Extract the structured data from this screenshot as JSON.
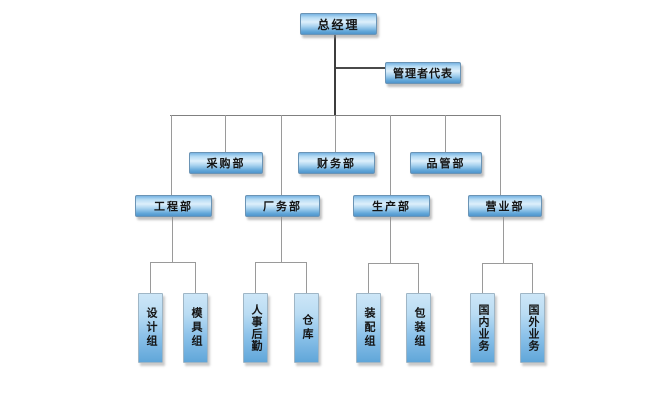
{
  "org": {
    "root": {
      "label": "总经理"
    },
    "staff": {
      "label": "管理者代表"
    },
    "level2": [
      {
        "label": "采购部"
      },
      {
        "label": "财务部"
      },
      {
        "label": "品管部"
      }
    ],
    "level3": [
      {
        "label": "工程部",
        "children": [
          {
            "label": "设计组"
          },
          {
            "label": "模具组"
          }
        ]
      },
      {
        "label": "厂务部",
        "children": [
          {
            "label": "人事后勤"
          },
          {
            "label": "仓库"
          }
        ]
      },
      {
        "label": "生产部",
        "children": [
          {
            "label": "装配组"
          },
          {
            "label": "包装组"
          }
        ]
      },
      {
        "label": "营业部",
        "children": [
          {
            "label": "国内业务"
          },
          {
            "label": "国外业务"
          }
        ]
      }
    ],
    "colors": {
      "box_gradient_top": "#78b4e2",
      "box_gradient_highlight": "#ddeffb",
      "box_gradient_bottom": "#5094cb",
      "vertical_box_top": "#cde6f7",
      "vertical_box_bottom": "#60a6d9",
      "trunk_line": "#3d3d3d",
      "connector_line": "#9a9a9a",
      "text": "#141414",
      "background": "#ffffff"
    }
  }
}
